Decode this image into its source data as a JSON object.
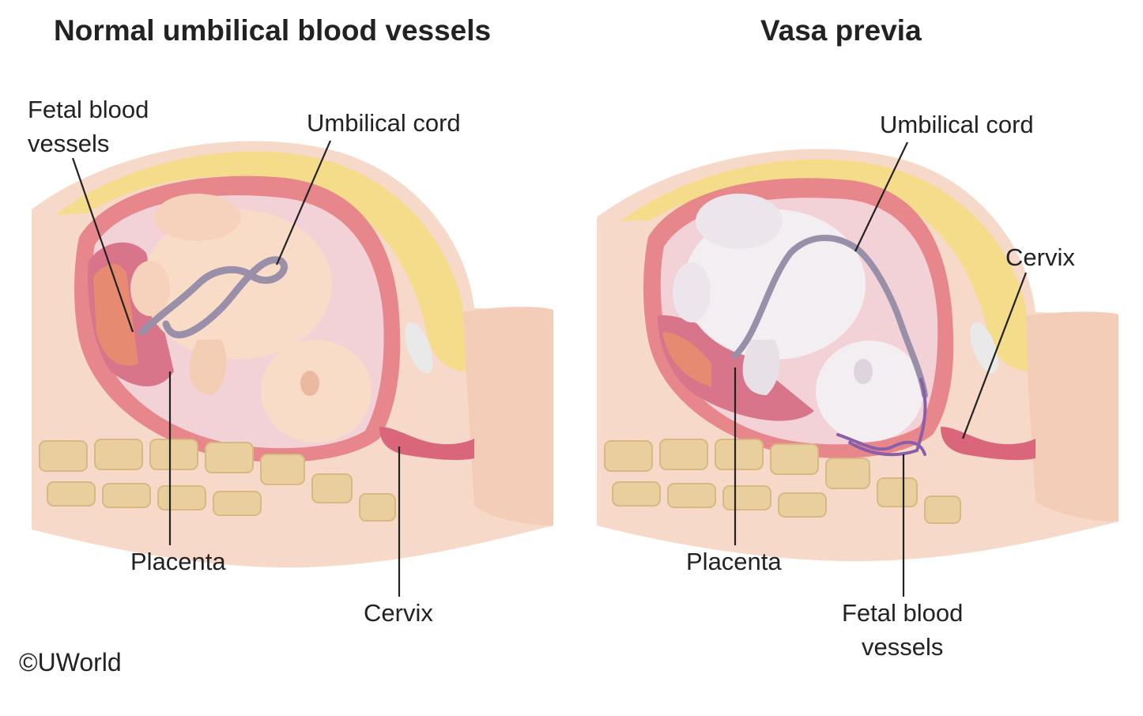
{
  "panels": {
    "left": {
      "title": "Normal umbilical blood vessels",
      "labels": {
        "fetal_vessels_line1": "Fetal blood",
        "fetal_vessels_line2": "vessels",
        "umbilical_cord": "Umbilical cord",
        "placenta": "Placenta",
        "cervix": "Cervix"
      }
    },
    "right": {
      "title": "Vasa previa",
      "labels": {
        "umbilical_cord": "Umbilical cord",
        "cervix": "Cervix",
        "placenta": "Placenta",
        "fetal_vessels_line1": "Fetal blood",
        "fetal_vessels_line2": "vessels"
      }
    }
  },
  "copyright": "©UWorld",
  "colors": {
    "skin": "#f6d9c9",
    "fat": "#f5dc8a",
    "uterine_wall": "#e7868b",
    "amniotic": "#f3d2d7",
    "fetus_normal": "#f8dcc8",
    "fetus_vasa": "#f2eef2",
    "placenta": "#d9758a",
    "spine": "#e9cf9e",
    "cord": "#9a8fa8"
  }
}
